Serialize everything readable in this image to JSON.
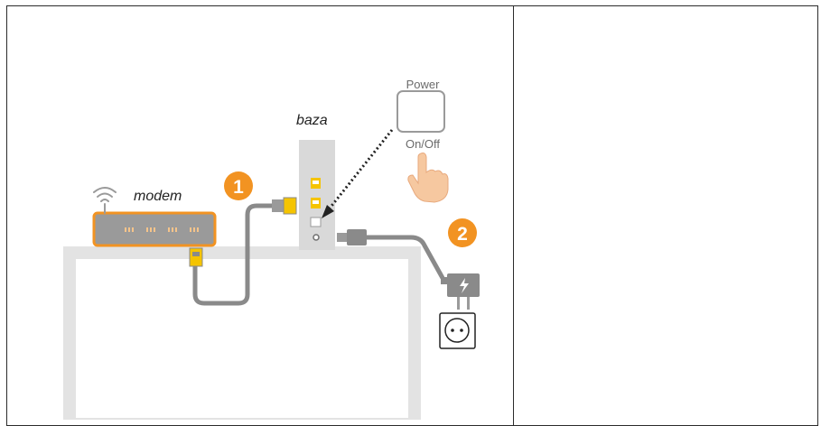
{
  "labels": {
    "modem": "modem",
    "base": "baza",
    "power": "Power",
    "on_off": "On/Off"
  },
  "steps": [
    "1",
    "2"
  ],
  "colors": {
    "accent_orange": "#f29322",
    "cable_gray": "#8a8a8a",
    "ethernet_yellow": "#f5c400",
    "table_gray": "#e3e3e3",
    "modem_body": "#9a9a9a",
    "base_body": "#d9d9d9"
  },
  "icons": [
    "wifi-icon",
    "power-button-icon",
    "hand-pointer-icon",
    "power-adapter-icon",
    "wall-socket-icon",
    "ethernet-plug-icon"
  ]
}
